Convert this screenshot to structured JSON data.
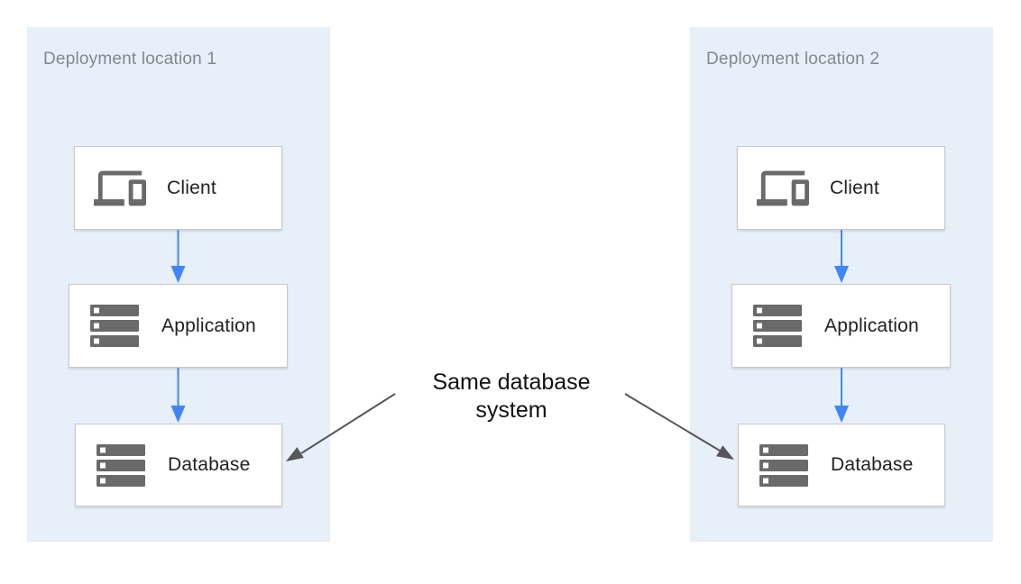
{
  "diagram": {
    "center_label": "Same database\nsystem",
    "panels": [
      {
        "title": "Deployment location 1",
        "nodes": [
          {
            "label": "Client",
            "icon": "devices-icon"
          },
          {
            "label": "Application",
            "icon": "server-stack-icon"
          },
          {
            "label": "Database",
            "icon": "server-stack-icon"
          }
        ]
      },
      {
        "title": "Deployment location 2",
        "nodes": [
          {
            "label": "Client",
            "icon": "devices-icon"
          },
          {
            "label": "Application",
            "icon": "server-stack-icon"
          },
          {
            "label": "Database",
            "icon": "server-stack-icon"
          }
        ]
      }
    ],
    "colors": {
      "panel_background": "#e7eff9",
      "flow_arrow_blue": "#4285f4",
      "annotation_arrow_gray": "#56575b",
      "icon_gray": "#6a6a6a",
      "panel_title_gray": "#82898f",
      "node_label_dark": "#212121",
      "node_border": "#c9c9c9"
    }
  }
}
